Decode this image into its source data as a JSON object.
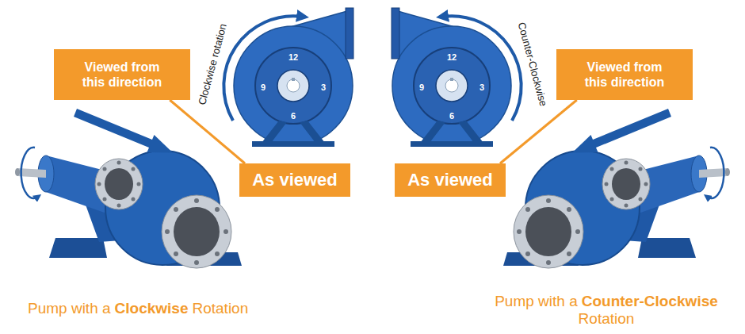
{
  "diagram": {
    "nodes": [
      {
        "text": [
          "Viewed from this direction"
        ]
      },
      {
        "text": [
          "Viewed from this direction"
        ]
      },
      {
        "text": [
          "As viewed"
        ]
      },
      {
        "text": [
          "As viewed"
        ]
      }
    ],
    "edges": [
      {
        "from": 0,
        "to": 2,
        "arrow": "none"
      },
      {
        "from": 1,
        "to": 3,
        "arrow": "none"
      }
    ],
    "labels": [
      "Clockwise rotation",
      "12",
      "9",
      "3",
      "6",
      "Counter-Clockwise",
      "12",
      "9",
      "3",
      "6",
      "Pump with a",
      "Clockwise",
      "Rotation",
      "Pump with a",
      "Counter-Clockwise",
      "Rotation"
    ]
  }
}
